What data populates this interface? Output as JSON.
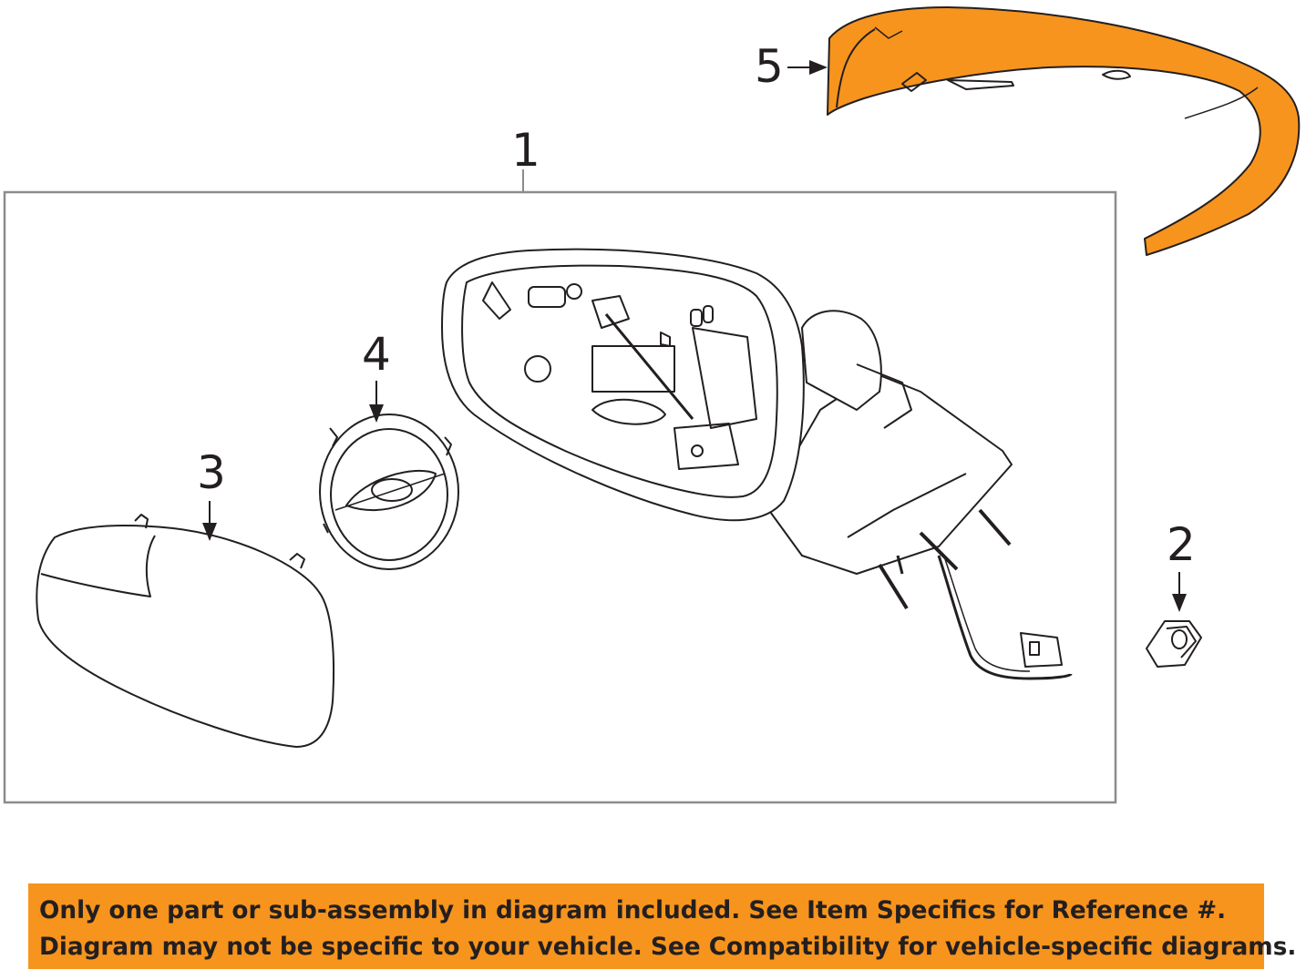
{
  "callouts": {
    "assembly": "1",
    "nut": "2",
    "mirror_glass": "3",
    "actuator": "4",
    "cover": "5"
  },
  "colors": {
    "highlight": "#f7941d",
    "line": "#231f20",
    "frame": "#8c8c8c"
  },
  "disclaimer": {
    "line1": "Only one part or sub-assembly in diagram included. See Item Specifics for Reference #.",
    "line2": "Diagram may not be specific to your vehicle. See Compatibility for vehicle-specific diagrams."
  }
}
